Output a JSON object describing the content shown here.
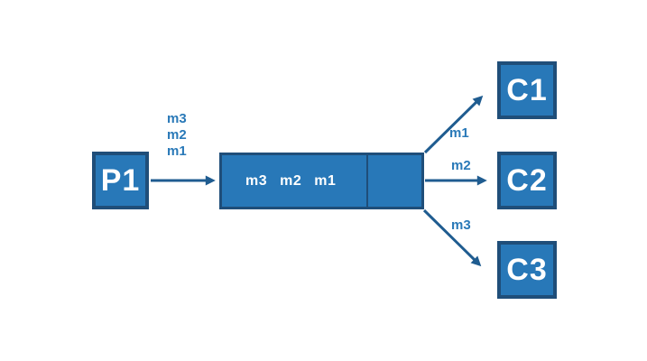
{
  "colors": {
    "background": "#ffffff",
    "node_fill": "#2878b8",
    "node_border": "#1f4e79",
    "arrow": "#1f5c90",
    "edge_label": "#2979b8",
    "node_text": "#ffffff"
  },
  "producer": {
    "label": "P1"
  },
  "queue": {
    "items": [
      "m3",
      "m2",
      "m1"
    ]
  },
  "incoming_messages": [
    "m3",
    "m2",
    "m1"
  ],
  "consumers": [
    {
      "label": "C1"
    },
    {
      "label": "C2"
    },
    {
      "label": "C3"
    }
  ],
  "edges": {
    "to_c1": {
      "label": "m1"
    },
    "to_c2": {
      "label": "m2"
    },
    "to_c3": {
      "label": "m3"
    }
  }
}
